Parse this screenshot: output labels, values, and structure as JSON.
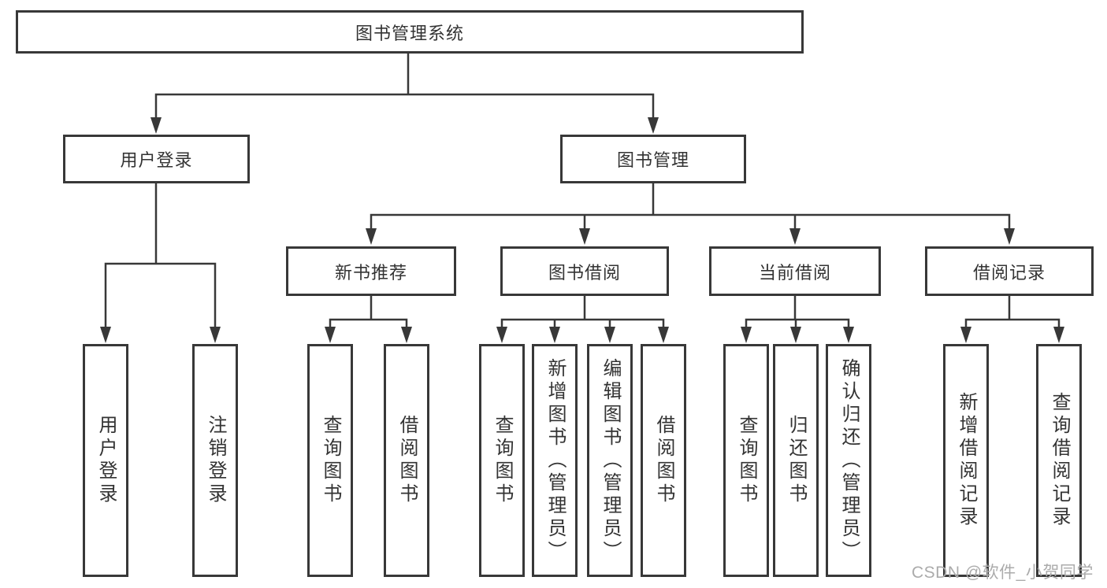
{
  "tree": {
    "root": {
      "label": "图书管理系统"
    },
    "children": [
      {
        "label": "用户登录",
        "children": [
          {
            "label": "用户登录"
          },
          {
            "label": "注销登录"
          }
        ]
      },
      {
        "label": "图书管理",
        "children": [
          {
            "label": "新书推荐",
            "children": [
              {
                "label": "查询图书"
              },
              {
                "label": "借阅图书"
              }
            ]
          },
          {
            "label": "图书借阅",
            "children": [
              {
                "label": "查询图书"
              },
              {
                "label": "新增图书（管理员）"
              },
              {
                "label": "编辑图书（管理员）"
              },
              {
                "label": "借阅图书"
              }
            ]
          },
          {
            "label": "当前借阅",
            "children": [
              {
                "label": "查询图书"
              },
              {
                "label": "归还图书"
              },
              {
                "label": "确认归还（管理员）"
              }
            ]
          },
          {
            "label": "借阅记录",
            "children": [
              {
                "label": "新增借阅记录"
              },
              {
                "label": "查询借阅记录"
              }
            ]
          }
        ]
      }
    ]
  },
  "watermark": "CSDN @软件_小贺同学",
  "colors": {
    "line": "#383838",
    "border": "#383838",
    "text": "#333333",
    "background": "#ffffff",
    "watermark": "#ababab"
  }
}
